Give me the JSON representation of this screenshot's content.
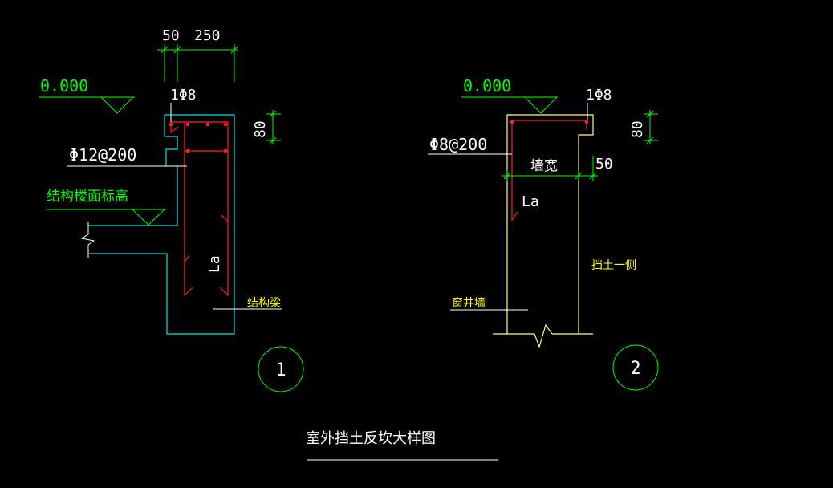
{
  "detail1": {
    "dim_50": "50",
    "dim_250": "250",
    "elevation": "0.000",
    "rebar_top": "1Φ8",
    "rebar_dist": "Φ12@200",
    "dim_80": "80",
    "floor_level_label": "结构楼面标高",
    "anchor_label": "La",
    "beam_label": "结构梁",
    "number": "1"
  },
  "detail2": {
    "elevation": "0.000",
    "rebar_top": "1Φ8",
    "rebar_dist": "Φ8@200",
    "dim_80": "80",
    "wall_width_label": "墙宽",
    "dim_50": "50",
    "anchor_label": "La",
    "retaining_side_label": "挡土一侧",
    "window_well_label": "窗井墙",
    "number": "2"
  },
  "drawing_title": "室外挡土反坎大样图",
  "colors": {
    "background": "#000000",
    "dimension": "#00ff00",
    "concrete_outline": "#00e5e5",
    "rebar": "#ff2020",
    "label": "#ffffff",
    "yellow": "#ffff00",
    "wall_outline": "#ffff80"
  }
}
